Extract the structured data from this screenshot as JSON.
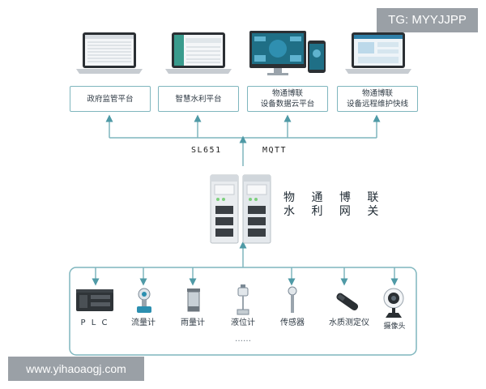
{
  "watermarks": {
    "top_right": "TG: MYYJJPP",
    "bottom_left": "www.yihaoaogj.com"
  },
  "platforms": [
    {
      "label": "政府监管平台",
      "device": "laptop"
    },
    {
      "label": "智慧水利平台",
      "device": "laptop"
    },
    {
      "label": "物通博联\n设备数据云平台",
      "device": "monitor-phone"
    },
    {
      "label": "物通博联\n设备远程维护快线",
      "device": "laptop"
    }
  ],
  "protocols": {
    "left": "SL651",
    "right": "MQTT"
  },
  "gateway": {
    "line1": "物 通 博 联",
    "line2": "水 利 网 关"
  },
  "sensors": [
    {
      "label": "P L C",
      "icon": "plc-icon"
    },
    {
      "label": "流量计",
      "icon": "flowmeter-icon"
    },
    {
      "label": "雨量计",
      "icon": "rain-gauge-icon"
    },
    {
      "label": "液位计",
      "icon": "level-gauge-icon"
    },
    {
      "label": "传感器",
      "icon": "sensor-icon"
    },
    {
      "label": "水质测定仪",
      "icon": "water-quality-meter-icon"
    },
    {
      "label": "摄像头",
      "icon": "camera-icon"
    }
  ],
  "ellipsis": "……",
  "colors": {
    "line": "#7fb6be",
    "arrow": "#4f9aa6",
    "screen": "#1f6f86"
  }
}
